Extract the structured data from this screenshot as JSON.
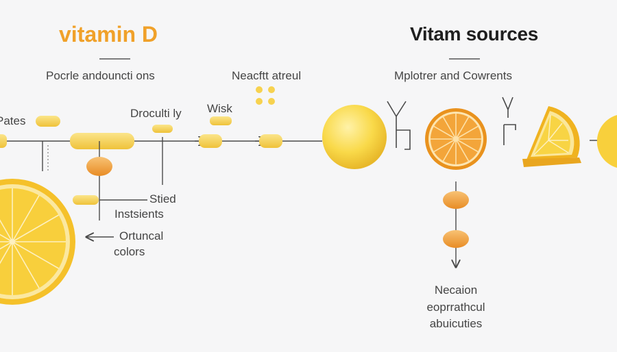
{
  "title_left": "vitamin D",
  "title_right": "Vitam sources",
  "labels": {
    "subtitle_left": "Pocrle andouncti ons",
    "subtitle_mid": "Neacftt atreul",
    "subtitle_right": "Mplotrer and Cowrents",
    "pates": "Pates",
    "droculty": "Droculti ly",
    "wisk": "Wisk",
    "stied": "Stied",
    "instsients": "Instsients",
    "ortuncal": "Ortuncal",
    "colors": "colors",
    "necaion": "Necaion",
    "eoprrathcul": "eoprrathcul",
    "abuicuties": "abuicuties"
  },
  "colors": {
    "accent_orange": "#f0a12a",
    "pill_yellow": "#f7d24f",
    "pill_orange": "#f2a437",
    "line_gray": "#4a4a4a",
    "orange_fruit": "#f0a12a",
    "lemon_yellow": "#f7cf3f"
  },
  "icons": [
    "lemon-slice-icon",
    "orange-slice-icon",
    "lemon-wedge-icon",
    "sun-sphere-icon",
    "capsule-icon"
  ]
}
